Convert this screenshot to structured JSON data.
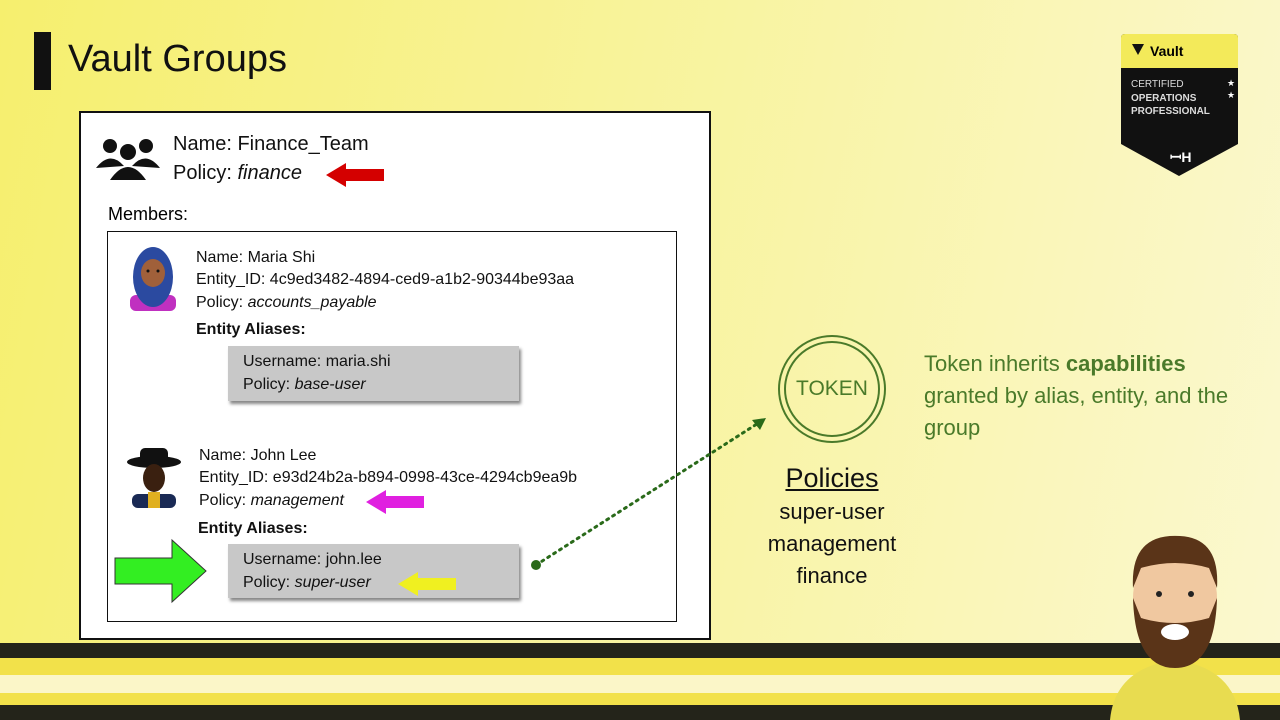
{
  "title": "Vault Groups",
  "group": {
    "name": "Name: Finance_Team",
    "policy_label": "Policy: ",
    "policy": "finance",
    "members_label": "Members:"
  },
  "members": [
    {
      "name": "Name: Maria Shi",
      "entity_id": "Entity_ID: 4c9ed3482-4894-ced9-a1b2-90344be93aa",
      "policy_label": "Policy: ",
      "policy": "accounts_payable",
      "aliases_label": "Entity Aliases:",
      "alias_username": "Username: maria.shi",
      "alias_policy_label": "Policy: ",
      "alias_policy": "base-user"
    },
    {
      "name": "Name: John Lee",
      "entity_id": "Entity_ID: e93d24b2a-b894-0998-43ce-4294cb9ea9b",
      "policy_label": "Policy: ",
      "policy": "management",
      "aliases_label": "Entity Aliases:",
      "alias_username": "Username: john.lee",
      "alias_policy_label": "Policy: ",
      "alias_policy": "super-user"
    }
  ],
  "token": {
    "label": "TOKEN",
    "policies_title": "Policies",
    "policies": [
      "super-user",
      "management",
      "finance"
    ]
  },
  "inherit": {
    "pre": "Token inherits ",
    "bold": "capabilities",
    "post": " granted by alias, entity, and the group"
  },
  "badge": {
    "brand": "Vault",
    "line1": "CERTIFIED",
    "line2": "OPERATIONS",
    "line3": "PROFESSIONAL"
  },
  "colors": {
    "arrow_red": "#d40000",
    "arrow_magenta": "#e020e0",
    "arrow_yellow": "#f0f020",
    "arrow_green": "#33ee22",
    "accent_green": "#4a7a2a"
  }
}
